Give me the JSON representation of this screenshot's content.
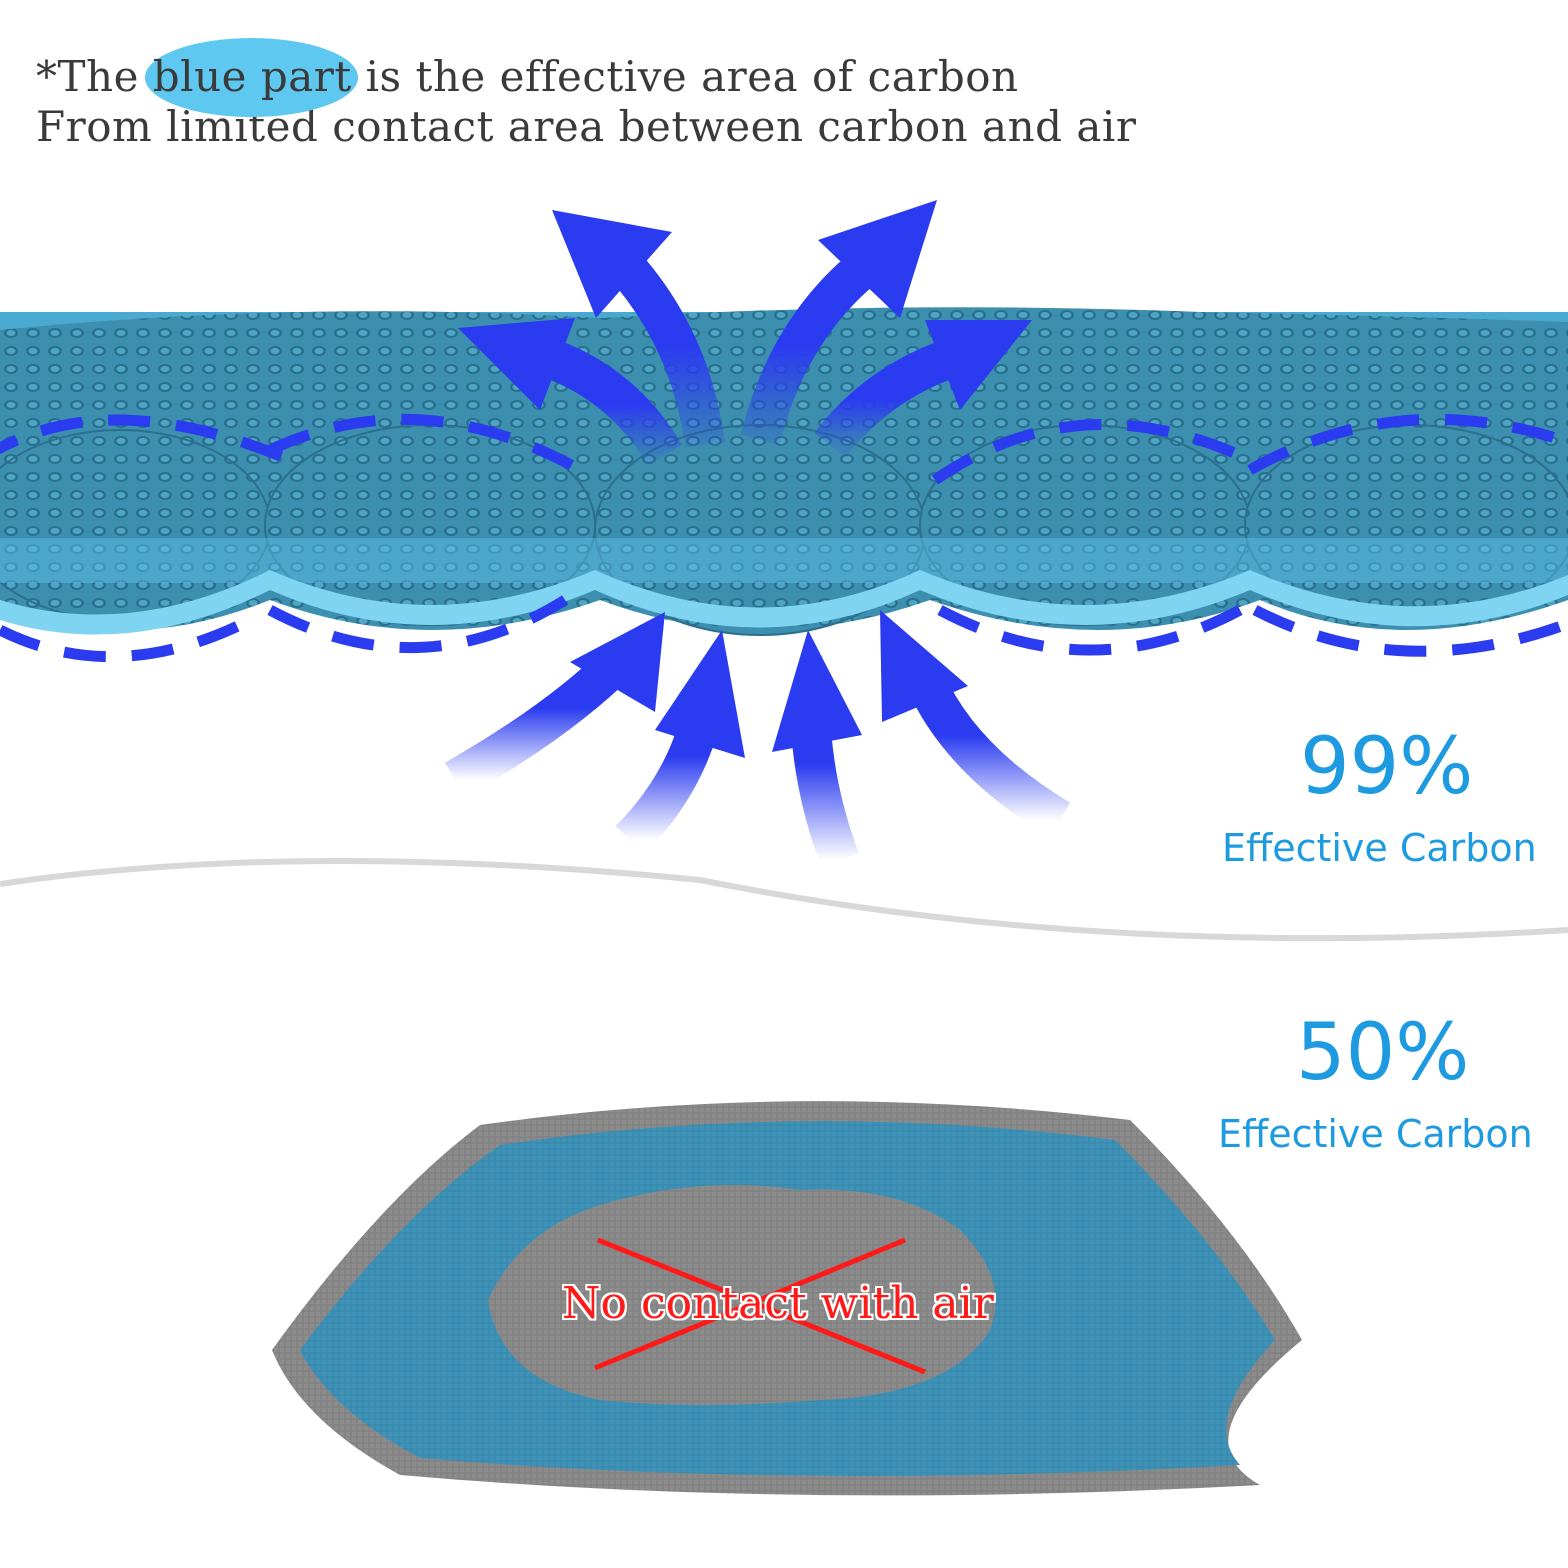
{
  "header": {
    "line1_prefix": "*The ",
    "line1_highlight": "blue part",
    "line1_suffix": " is the effective area of carbon",
    "line2": "From limited contact area between carbon and air"
  },
  "comparison": {
    "top": {
      "value": "99%",
      "label": "Effective Carbon"
    },
    "bottom": {
      "value": "50%",
      "label": "Effective Carbon"
    }
  },
  "pillow": {
    "overlay_text": "No contact with air"
  },
  "colors": {
    "text_gray": "#3a3a3a",
    "highlight_blue": "#5ec8f0",
    "percent_blue": "#1e9be0",
    "arrow_blue": "#2b3cf0",
    "fabric_teal": "#3a8fb5",
    "fabric_gray": "#8a8a8a",
    "cross_red": "#ff1a1a"
  }
}
